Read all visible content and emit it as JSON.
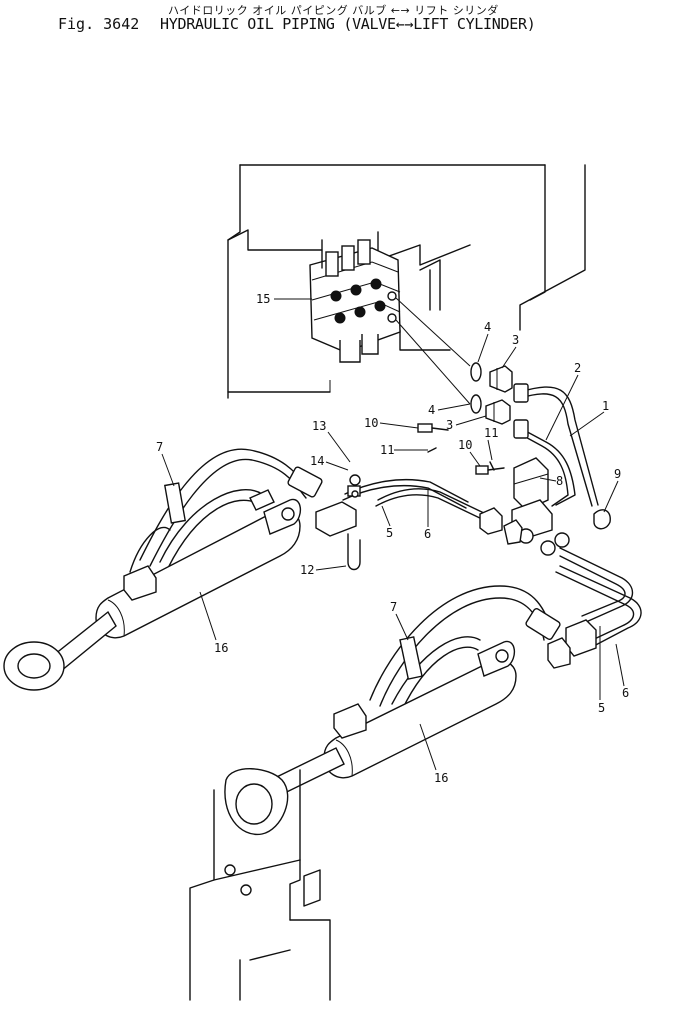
{
  "header": {
    "subtitle_jp": "ハイドロリック オイル パイピング バルブ ←→ リフト シリンダ",
    "fig_number": "Fig. 3642",
    "title": "HYDRAULIC OIL PIPING (VALVE←→LIFT CYLINDER)"
  },
  "callouts": [
    {
      "id": "c15",
      "label": "15"
    },
    {
      "id": "c4a",
      "label": "4"
    },
    {
      "id": "c3a",
      "label": "3"
    },
    {
      "id": "c2",
      "label": "2"
    },
    {
      "id": "c1",
      "label": "1"
    },
    {
      "id": "c4b",
      "label": "4"
    },
    {
      "id": "c3b",
      "label": "3"
    },
    {
      "id": "c10a",
      "label": "10"
    },
    {
      "id": "c13",
      "label": "13"
    },
    {
      "id": "c11a",
      "label": "11"
    },
    {
      "id": "c11b",
      "label": "11"
    },
    {
      "id": "c10b",
      "label": "10"
    },
    {
      "id": "c14",
      "label": "14"
    },
    {
      "id": "c7a",
      "label": "7"
    },
    {
      "id": "c8",
      "label": "8"
    },
    {
      "id": "c9",
      "label": "9"
    },
    {
      "id": "c5a",
      "label": "5"
    },
    {
      "id": "c6a",
      "label": "6"
    },
    {
      "id": "c12",
      "label": "12"
    },
    {
      "id": "c16a",
      "label": "16"
    },
    {
      "id": "c7b",
      "label": "7"
    },
    {
      "id": "c5b",
      "label": "5"
    },
    {
      "id": "c6b",
      "label": "6"
    },
    {
      "id": "c16b",
      "label": "16"
    }
  ]
}
